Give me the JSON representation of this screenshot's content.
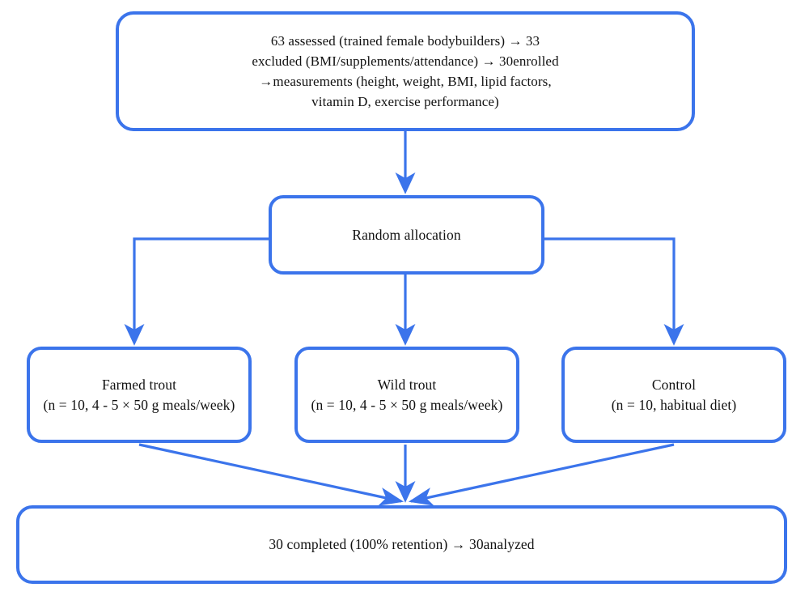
{
  "diagram": {
    "type": "consort-flow-diagram",
    "accent_color": "#3b74eb",
    "text_color": "#111111",
    "background_color": "#ffffff",
    "nodes": [
      {
        "id": "enrollment",
        "label": "63 assessed (trained female bodybuilders)  → 33\nexcluded (BMI/supplements/attendance)  → 30enrolled\n→measurements (height, weight, BMI, lipid factors,\nvitamin D, exercise performance)"
      },
      {
        "id": "randomization",
        "label": "Random allocation"
      },
      {
        "id": "farmed",
        "label": "Farmed trout\n(n = 10, 4 - 5 × 50 g meals/week)"
      },
      {
        "id": "wild",
        "label": "Wild trout\n(n = 10, 4 - 5 × 50 g meals/week)"
      },
      {
        "id": "control",
        "label": "Control\n(n = 10, habitual diet)"
      },
      {
        "id": "analysis",
        "label": "30 completed (100% retention)  → 30analyzed"
      }
    ],
    "edges": [
      {
        "id": "enrollment-to-randomization",
        "from": "enrollment",
        "to": "randomization",
        "style": "straight-down-arrow"
      },
      {
        "id": "randomization-to-farmed",
        "from": "randomization",
        "to": "farmed",
        "style": "elbow-left-arrow"
      },
      {
        "id": "randomization-to-wild",
        "from": "randomization",
        "to": "wild",
        "style": "straight-down-arrow"
      },
      {
        "id": "randomization-to-control",
        "from": "randomization",
        "to": "control",
        "style": "elbow-right-arrow"
      },
      {
        "id": "farmed-to-analysis",
        "from": "farmed",
        "to": "analysis",
        "style": "diagonal-arrow"
      },
      {
        "id": "wild-to-analysis",
        "from": "wild",
        "to": "analysis",
        "style": "straight-down-arrow"
      },
      {
        "id": "control-to-analysis",
        "from": "control",
        "to": "analysis",
        "style": "diagonal-arrow"
      }
    ]
  }
}
